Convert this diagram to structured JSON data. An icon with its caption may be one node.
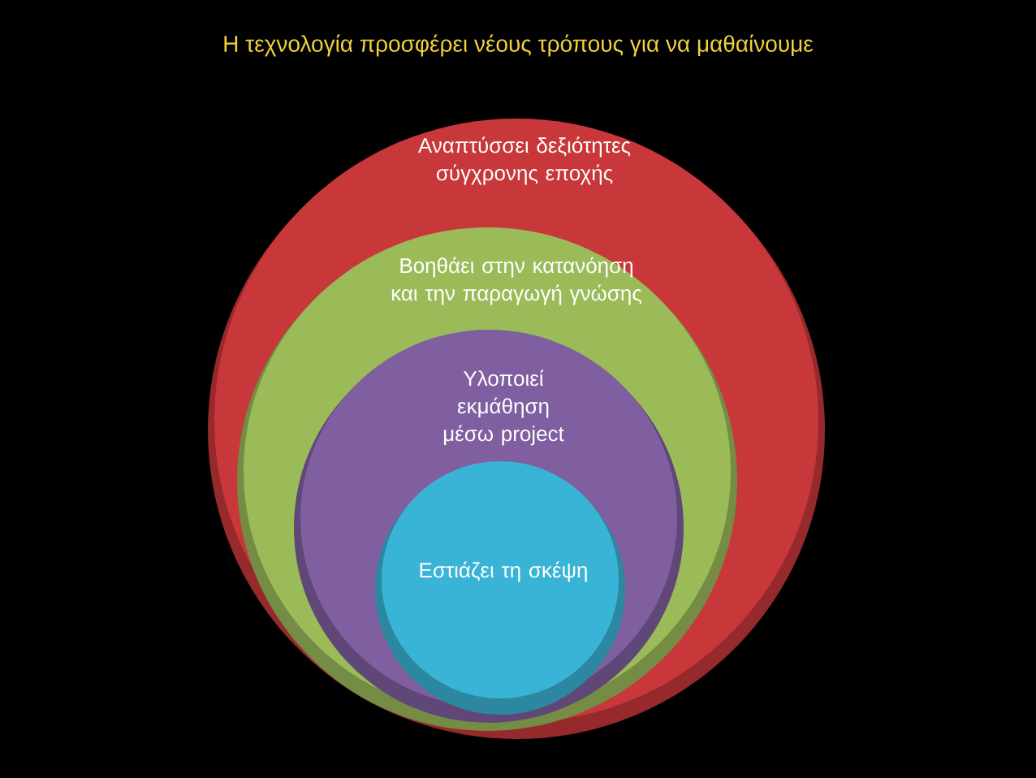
{
  "diagram": {
    "title": "Η τεχνολογία προσφέρει νέους τρόπους για να μαθαίνουμε",
    "nodes": [
      {
        "text": [
          "Αναπτύσσει δεξιότητες σύγχρονης εποχής"
        ]
      },
      {
        "text": [
          "Βοηθάει στην κατανόηση και την παραγωγή γνώσης"
        ],
        "in": 0
      },
      {
        "text": [
          "Υλοποιεί εκμάθηση μέσω project"
        ],
        "in": 1
      },
      {
        "text": [
          "Εστιάζει τη σκέψη"
        ],
        "in": 2
      }
    ]
  }
}
